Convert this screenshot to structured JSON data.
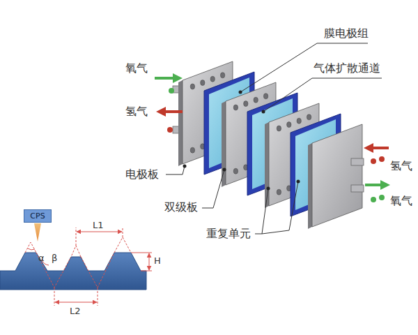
{
  "diagram": {
    "nodes": [
      {
        "text": [
          "CPS"
        ]
      }
    ],
    "labels": [
      "氧气",
      "氢气",
      "膜电极组",
      "气体扩散通道",
      "电极板",
      "双级板",
      "重复单元",
      "氢气",
      "氧气",
      "L1",
      "α",
      "β",
      "H",
      "L2"
    ]
  }
}
